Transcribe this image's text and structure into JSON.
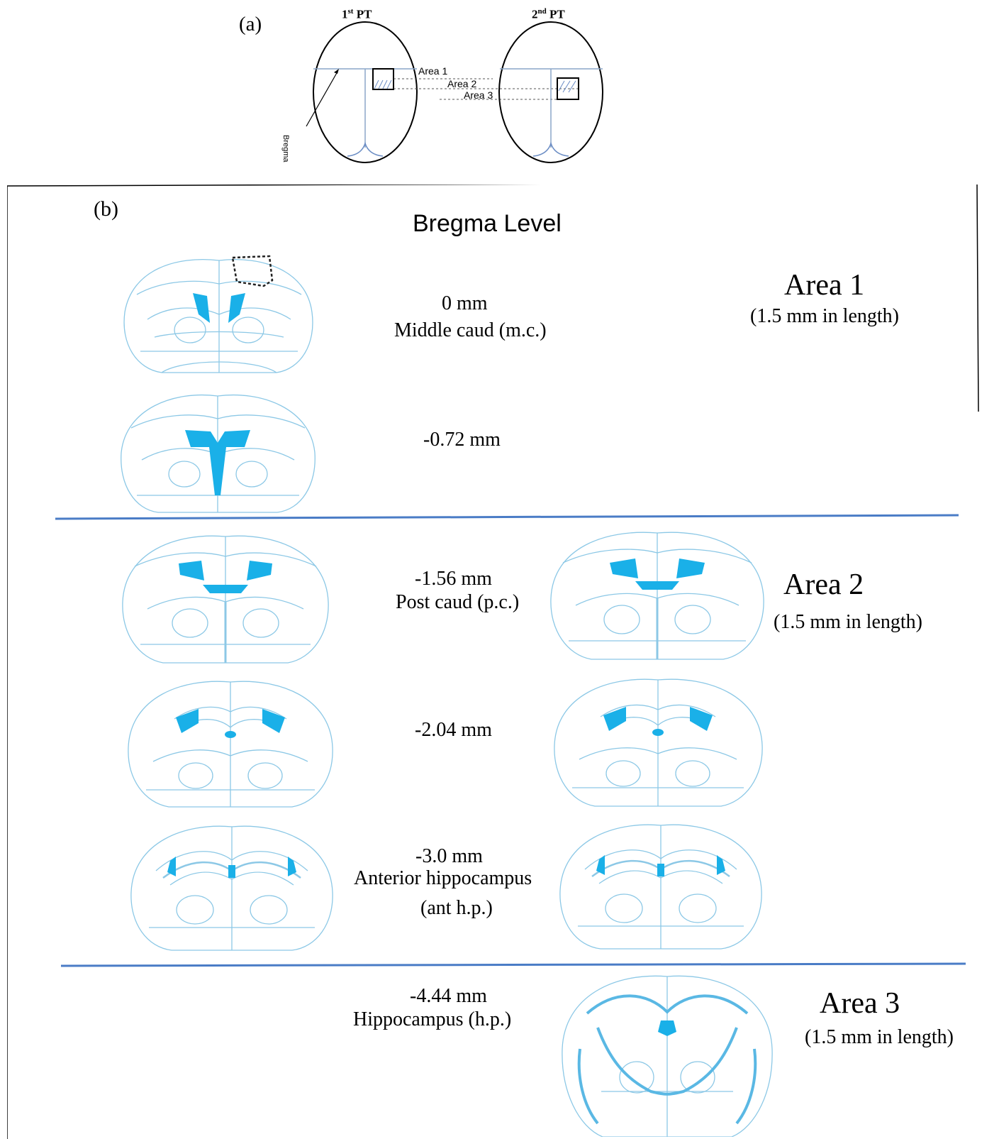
{
  "panel_a": {
    "label": "(a)",
    "first_pt": {
      "num": "1",
      "sup": "st",
      "suffix": " PT"
    },
    "second_pt": {
      "num": "2",
      "sup": "nd",
      "suffix": " PT"
    },
    "area_labels": [
      "Area 1",
      "Area 2",
      "Area 3"
    ],
    "bregma_label": "Bregma"
  },
  "panel_b": {
    "label": "(b)",
    "title": "Bregma Level",
    "levels": [
      {
        "mm": "0 mm",
        "name": "Middle caud (m.c.)"
      },
      {
        "mm": "-0.72 mm",
        "name": ""
      },
      {
        "mm": "-1.56 mm",
        "name": "Post caud (p.c.)"
      },
      {
        "mm": "-2.04 mm",
        "name": ""
      },
      {
        "mm": "-3.0 mm",
        "name": "Anterior hippocampus",
        "name2": "(ant h.p.)"
      },
      {
        "mm": "-4.44 mm",
        "name": "Hippocampus (h.p.)"
      }
    ],
    "areas": [
      {
        "title": "Area 1",
        "length": "(1.5 mm in length)"
      },
      {
        "title": "Area 2",
        "length": "(1.5 mm in length)"
      },
      {
        "title": "Area 3",
        "length": "(1.5 mm in length)"
      }
    ],
    "colors": {
      "atlas_line": "#8cc8e6",
      "fill": "#1ab0e8",
      "divider": "#4a7cc6"
    }
  }
}
